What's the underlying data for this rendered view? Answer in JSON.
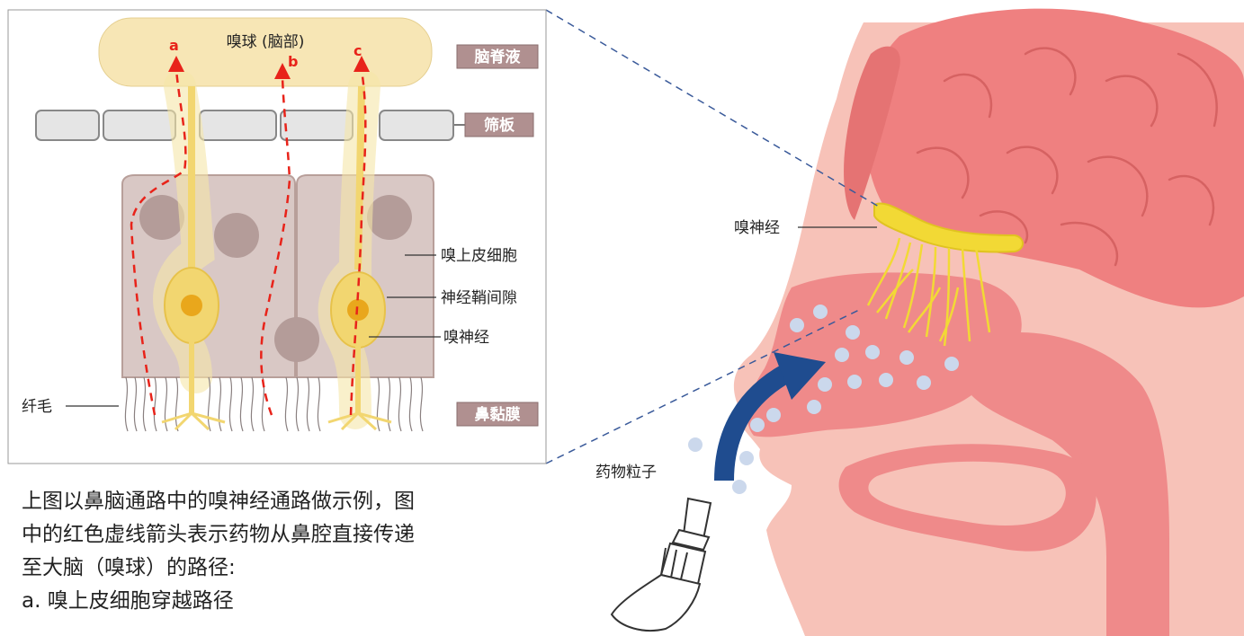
{
  "inset": {
    "bulb_label": "嗅球 (脑部)",
    "path_letters": [
      "a",
      "b",
      "c"
    ],
    "tags": {
      "csf": "脑脊液",
      "cribriform": "筛板",
      "mucosa": "鼻黏膜"
    },
    "callouts": {
      "epithelial": "嗅上皮细胞",
      "sheath_gap": "神经鞘间隙",
      "nerve": "嗅神经",
      "cilia": "纤毛"
    }
  },
  "head": {
    "nerve_label": "嗅神经",
    "particles_label": "药物粒子"
  },
  "caption": {
    "line1": "上图以鼻脑通路中的嗅神经通路做示例，图",
    "line2": "中的红色虚线箭头表示药物从鼻腔直接传递",
    "line3": "至大脑（嗅球）的路径:",
    "line4": "a. 嗅上皮细胞穿越路径"
  },
  "colors": {
    "path_red": "#e8231a",
    "tag_bg": "#b09090",
    "nerve_yellow": "#f0d840",
    "arrow_blue": "#1f4c8f",
    "particle": "#cbd8ec"
  }
}
